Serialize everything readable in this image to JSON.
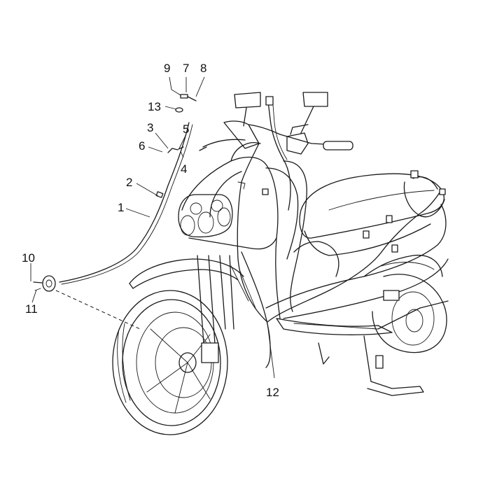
{
  "callouts": [
    {
      "id": "c1",
      "label": "1"
    },
    {
      "id": "c2",
      "label": "2"
    },
    {
      "id": "c3",
      "label": "3"
    },
    {
      "id": "c4",
      "label": "4"
    },
    {
      "id": "c5",
      "label": "5"
    },
    {
      "id": "c6",
      "label": "6"
    },
    {
      "id": "c7",
      "label": "7"
    },
    {
      "id": "c8",
      "label": "8"
    },
    {
      "id": "c9",
      "label": "9"
    },
    {
      "id": "c10",
      "label": "10"
    },
    {
      "id": "c11",
      "label": "11"
    },
    {
      "id": "c12",
      "label": "12"
    },
    {
      "id": "c13",
      "label": "13"
    }
  ],
  "colors": {
    "ink": "#1a1a1a",
    "background": "#ffffff"
  }
}
